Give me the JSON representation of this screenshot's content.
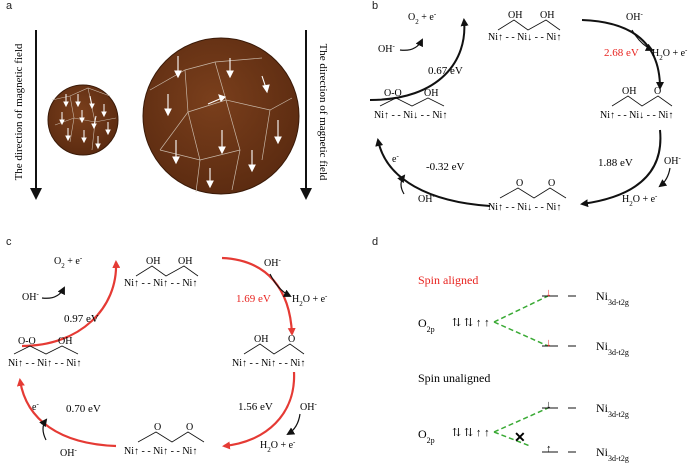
{
  "panels": {
    "a": {
      "label": "a",
      "axis_label_left": "The direction of magnetic field",
      "axis_label_right": "The direction of magnetic field"
    },
    "b": {
      "label": "b",
      "steps": [
        {
          "energy": "0.67 eV",
          "species_in": "OH-",
          "species_out": "O2 + e-"
        },
        {
          "energy": "2.68 eV",
          "species_in": "OH-",
          "species_out": "H2O + e-",
          "highlight": true
        },
        {
          "energy": "1.88 eV",
          "species_in": "OH-",
          "species_out": "H2O + e-"
        },
        {
          "energy": "-0.32 eV",
          "species_in": "OH-",
          "species_out": "e-"
        }
      ]
    },
    "c": {
      "label": "c",
      "steps": [
        {
          "energy": "0.97 eV",
          "species_in": "OH-",
          "species_out": "O2 + e-"
        },
        {
          "energy": "1.69 eV",
          "species_in": "OH-",
          "species_out": "H2O + e-",
          "highlight": true
        },
        {
          "energy": "1.56 eV",
          "species_in": "OH-",
          "species_out": "H2O + e-"
        },
        {
          "energy": "0.70 eV",
          "species_in": "OH-",
          "species_out": "e-"
        }
      ]
    },
    "d": {
      "label": "d",
      "spin_aligned_title": "Spin aligned",
      "spin_unaligned_title": "Spin unaligned",
      "o2p": "O2p",
      "ni_level": "Ni3d-t2g"
    }
  },
  "colors": {
    "highlight": "#e8231f",
    "accent_green": "#3aaa35",
    "arrow_red": "#e53a34"
  }
}
